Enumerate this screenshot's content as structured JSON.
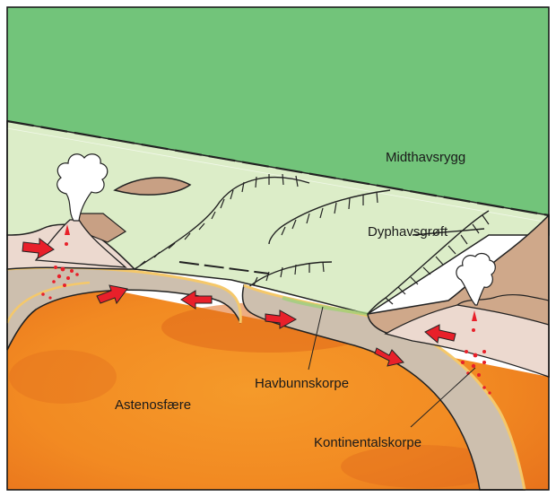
{
  "labels": {
    "ridge": "Midthavsrygg",
    "trench": "Dyphavsgrøft",
    "oceanic_crust": "Havbunnskorpe",
    "asthenosphere": "Astenosfære",
    "continental_crust": "Kontinentalskorpe"
  },
  "colors": {
    "sea": "#72c47a",
    "ocean_floor": "#dcedc8",
    "mantle": "#f28a22",
    "mantle_dark": "#e06a1c",
    "crust": "#cdbfae",
    "continent": "#cfa88a",
    "volcano": "#ecd9cf",
    "magma": "#e8202a",
    "border": "#222222"
  },
  "icons": [
    "volcano-left",
    "volcano-right",
    "steam-cloud",
    "red-arrow"
  ]
}
